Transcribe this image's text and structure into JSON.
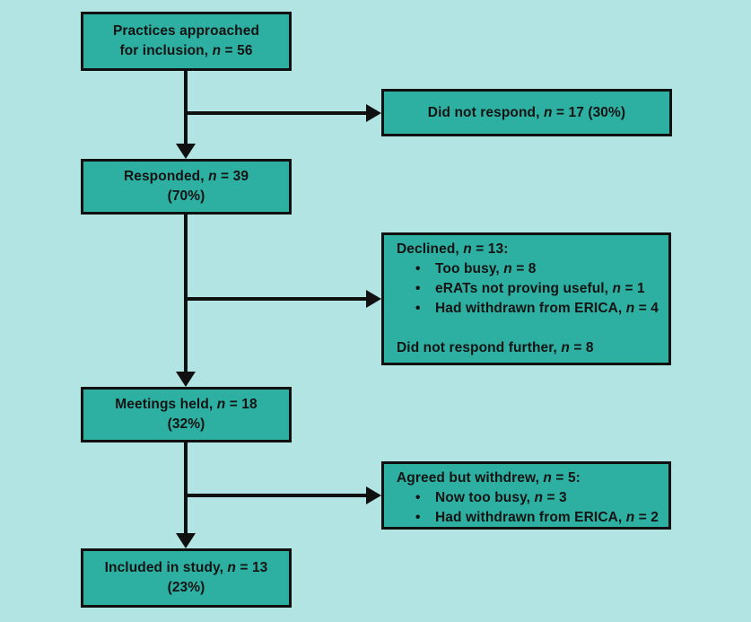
{
  "colors": {
    "background": "#b2e4e3",
    "box_fill": "#2db0a2",
    "line_and_border": "#101010",
    "text": "#131313"
  },
  "bullet_char": "•",
  "boxes": {
    "approached": {
      "lines": [
        {
          "seg": [
            {
              "t": "Practices approached"
            }
          ]
        },
        {
          "seg": [
            {
              "t": "for inclusion, "
            },
            {
              "t": "n",
              "i": true
            },
            {
              "t": " = 56"
            }
          ]
        }
      ]
    },
    "did_not_respond": {
      "lines": [
        {
          "seg": [
            {
              "t": "Did not respond, "
            },
            {
              "t": "n",
              "i": true
            },
            {
              "t": " = 17 (30%)"
            }
          ]
        }
      ]
    },
    "responded": {
      "lines": [
        {
          "seg": [
            {
              "t": "Responded, "
            },
            {
              "t": "n",
              "i": true
            },
            {
              "t": " = 39"
            }
          ]
        },
        {
          "seg": [
            {
              "t": "(70%)"
            }
          ]
        }
      ]
    },
    "declined": {
      "lines": [
        {
          "seg": [
            {
              "t": "Declined, "
            },
            {
              "t": "n",
              "i": true
            },
            {
              "t": " = 13:"
            }
          ]
        },
        {
          "bullet": true,
          "seg": [
            {
              "t": "Too busy, "
            },
            {
              "t": "n",
              "i": true
            },
            {
              "t": " = 8"
            }
          ]
        },
        {
          "bullet": true,
          "seg": [
            {
              "t": "eRATs not proving useful, "
            },
            {
              "t": "n",
              "i": true
            },
            {
              "t": " = 1"
            }
          ]
        },
        {
          "bullet": true,
          "seg": [
            {
              "t": "Had withdrawn from ERICA, "
            },
            {
              "t": "n",
              "i": true
            },
            {
              "t": " = 4"
            }
          ]
        },
        {
          "blank": true
        },
        {
          "seg": [
            {
              "t": "Did not respond further, "
            },
            {
              "t": "n",
              "i": true
            },
            {
              "t": " = 8"
            }
          ]
        }
      ]
    },
    "meetings": {
      "lines": [
        {
          "seg": [
            {
              "t": "Meetings held, "
            },
            {
              "t": "n",
              "i": true
            },
            {
              "t": " = 18"
            }
          ]
        },
        {
          "seg": [
            {
              "t": "(32%)"
            }
          ]
        }
      ]
    },
    "agreed": {
      "lines": [
        {
          "seg": [
            {
              "t": "Agreed but withdrew, "
            },
            {
              "t": "n",
              "i": true
            },
            {
              "t": " = 5:"
            }
          ]
        },
        {
          "bullet": true,
          "seg": [
            {
              "t": "Now too busy, "
            },
            {
              "t": "n",
              "i": true
            },
            {
              "t": " = 3"
            }
          ]
        },
        {
          "bullet": true,
          "seg": [
            {
              "t": "Had withdrawn from ERICA, "
            },
            {
              "t": "n",
              "i": true
            },
            {
              "t": " = 2"
            }
          ]
        }
      ]
    },
    "included": {
      "lines": [
        {
          "seg": [
            {
              "t": "Included in study, "
            },
            {
              "t": "n",
              "i": true
            },
            {
              "t": " = 13"
            }
          ]
        },
        {
          "seg": [
            {
              "t": "(23%)"
            }
          ]
        }
      ]
    }
  }
}
